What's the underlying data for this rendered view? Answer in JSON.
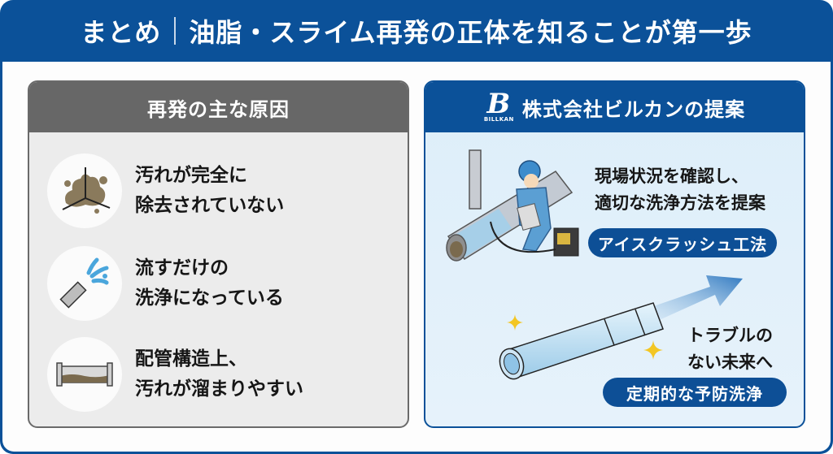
{
  "header": {
    "label": "まとめ",
    "title": "油脂・スライム再発の正体を知ることが第一歩"
  },
  "causes_panel": {
    "title": "再発の主な原因",
    "items": [
      {
        "icon": "dirt-corner-icon",
        "line1": "汚れが完全に",
        "line2": "除去されていない"
      },
      {
        "icon": "hose-spray-icon",
        "line1": "流すだけの",
        "line2": "洗浄になっている"
      },
      {
        "icon": "pipe-sediment-icon",
        "line1": "配管構造上、",
        "line2": "汚れが溜まりやすい"
      }
    ]
  },
  "proposal_panel": {
    "logo_text": "BILLKAN",
    "logo_letter": "B",
    "title": "株式会社ビルカンの提案",
    "step1": {
      "line1": "現場状況を確認し、",
      "line2": "適切な洗浄方法を提案",
      "badge": "アイスクラッシュ工法"
    },
    "step2": {
      "line1": "トラブルの",
      "line2": "ない未来へ",
      "badge": "定期的な予防洗浄"
    }
  },
  "colors": {
    "brand_blue": "#0b5199",
    "gray_header": "#676767",
    "panel_gray": "#ececec",
    "panel_blue": "#e1f0fa",
    "sparkle": "#f3c623"
  }
}
